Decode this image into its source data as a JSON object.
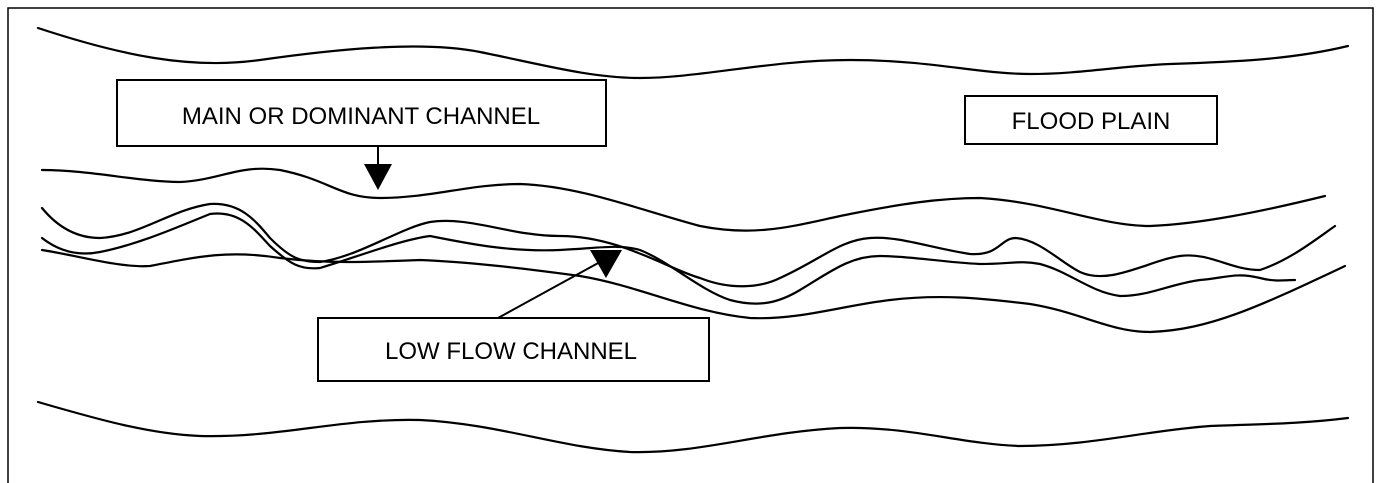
{
  "labels": {
    "main_channel": "MAIN OR DOMINANT CHANNEL",
    "flood_plain": "FLOOD PLAIN",
    "low_flow_channel": "LOW FLOW CHANNEL"
  },
  "colors": {
    "background": "#ffffff",
    "ink": "#000000"
  }
}
